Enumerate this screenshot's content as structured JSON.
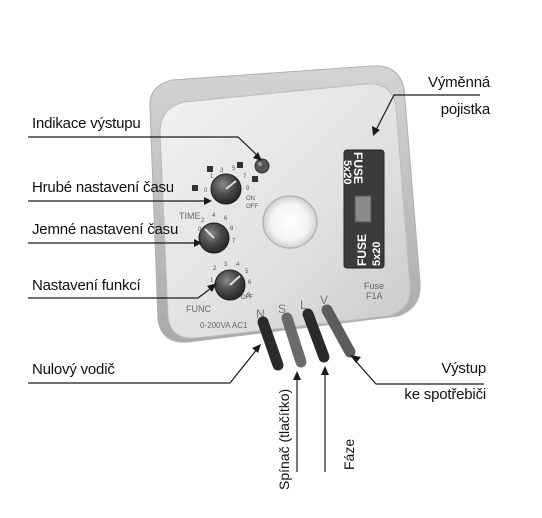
{
  "labels": {
    "indikace": "Indikace výstupu",
    "hrube": "Hrubé nastavení času",
    "jemne": "Jemné nastavení času",
    "funkce": "Nastavení funkcí",
    "nulovy": "Nulový vodič",
    "vymenna_1": "Výměnná",
    "vymenna_2": "pojistka",
    "vystup_1": "Výstup",
    "vystup_2": "ke spotřebiči",
    "spinac": "Spínač (tlačítko)",
    "faze": "Fáze"
  },
  "device": {
    "time": "TIME",
    "func": "FUNC",
    "rating": "0-200VA AC1",
    "fuse_title": "Fuse",
    "fuse_rating": "F1A",
    "fuse_word": "FUSE",
    "fuse_size": "5x20",
    "on": "ON",
    "off": "OFF",
    "terminals": [
      "N",
      "S",
      "L",
      "V"
    ]
  },
  "colors": {
    "housing": "#e2e2e2",
    "wire_dark": "#2a2a2a",
    "wire_grey": "#6a6a6a",
    "fuse_holder": "#3a3a3a"
  }
}
